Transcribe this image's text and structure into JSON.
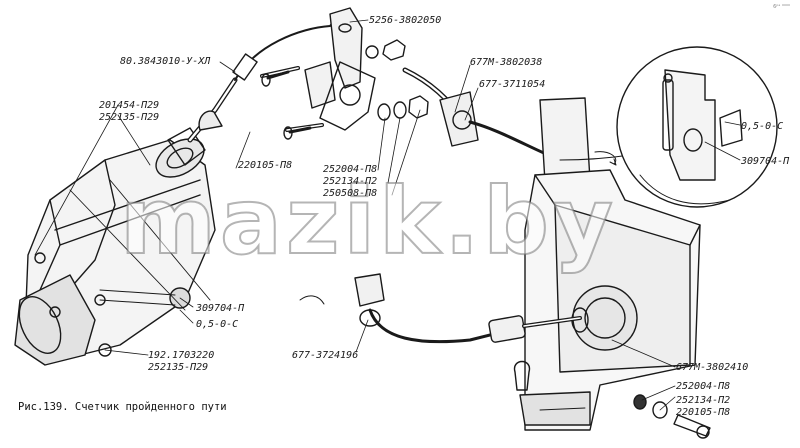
{
  "caption": "Рис.139. Счетчик пройденного пути",
  "watermark": "mazik.by",
  "corner_mark": "6ᵖᵃ ⁰⁰⁰⁰",
  "labels": {
    "l5256": "5256-3802050",
    "l80": "80.3843010-У-ХЛ",
    "l201454": "201454-П29",
    "l252135a": "252135-П29",
    "l220105a": "220105-П8",
    "l252004a": "252004-П8",
    "l252134a": "252134-П2",
    "l250508": "250508-П8",
    "l677m038": "677М-3802038",
    "l677_054": "677-3711054",
    "l05a": "0,5-0-С",
    "l309704a": "309704-П",
    "l309704b": "309704-П",
    "l05b": "0,5-0-С",
    "l192": "192.1703220",
    "l252135b": "252135-П29",
    "l677_196": "677-3724196",
    "l677m410": "677М-3802410",
    "l252004b": "252004-П8",
    "l252134b": "252134-П2",
    "l220105b": "220105-П8"
  },
  "colors": {
    "ink": "#1a1a1a",
    "paper": "#ffffff"
  }
}
